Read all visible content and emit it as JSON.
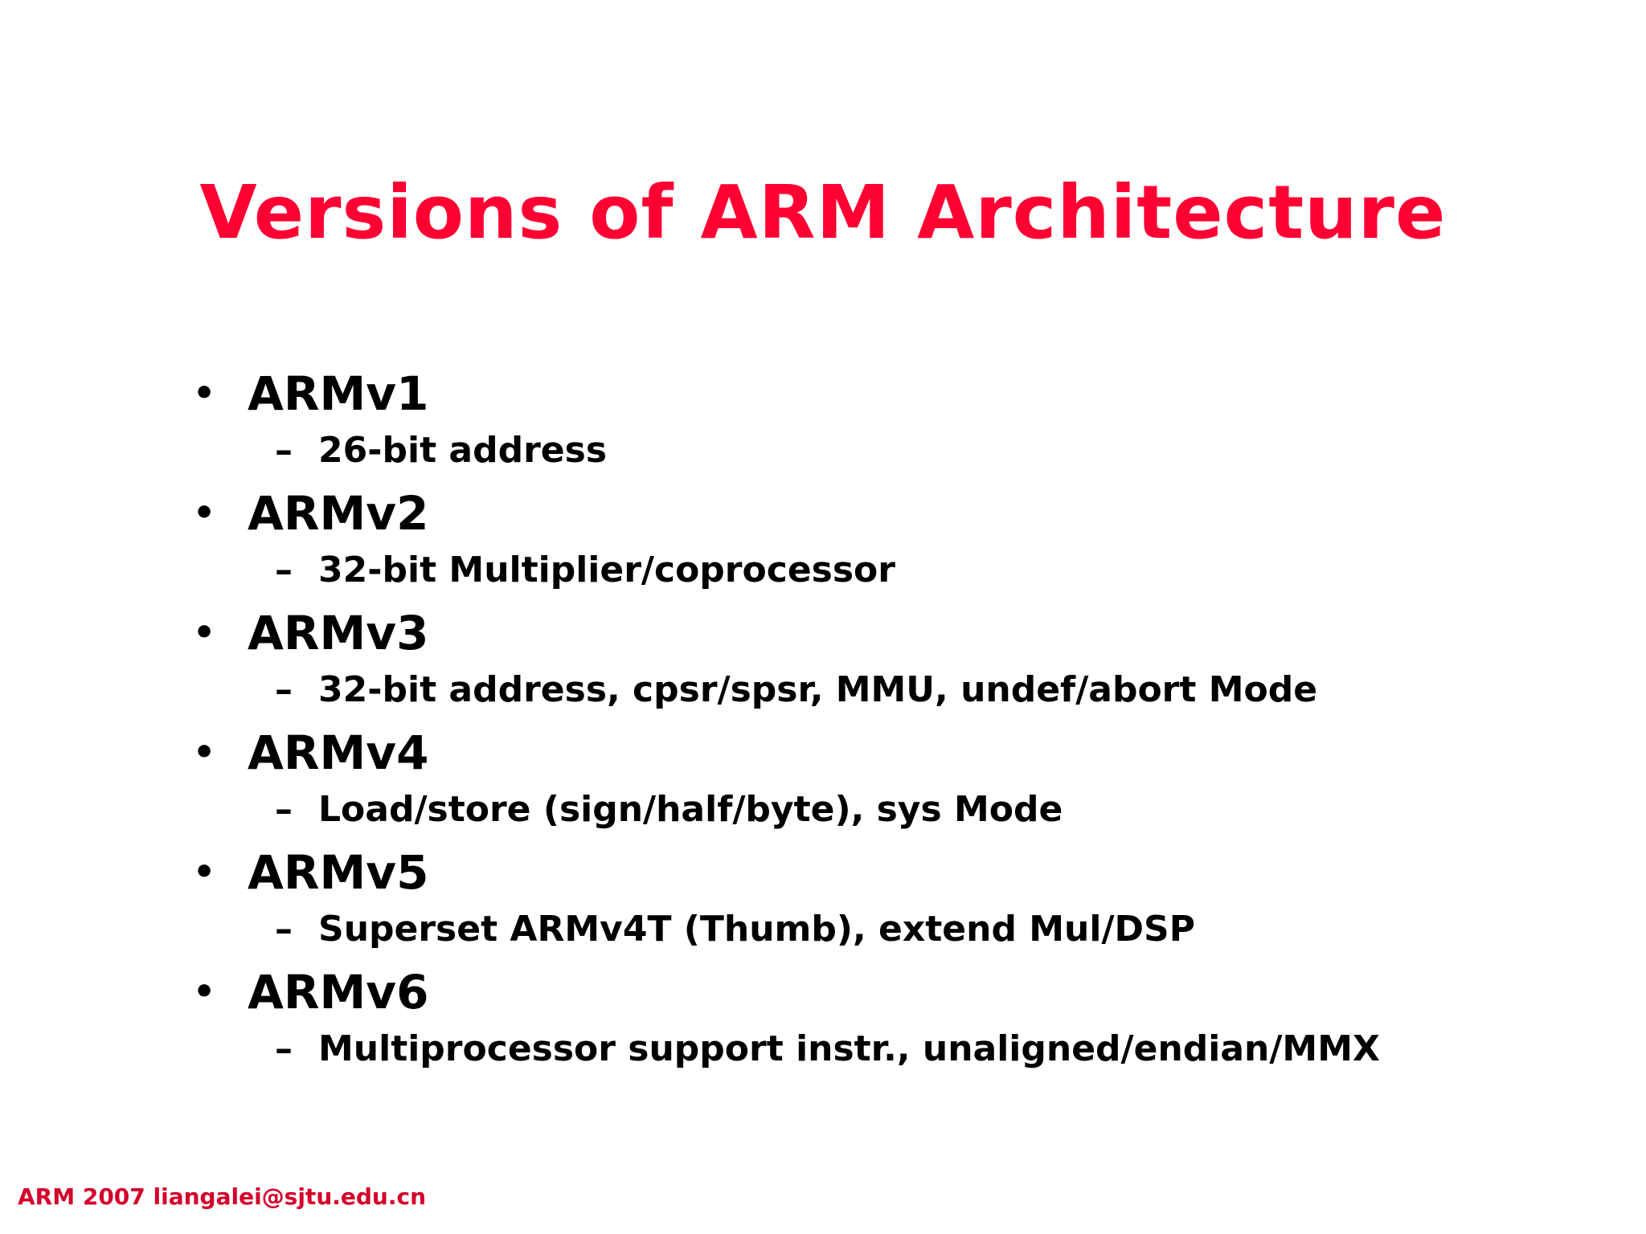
{
  "colors": {
    "title": "#ff0033",
    "body_text": "#000000",
    "footer": "#d4002a",
    "background": "#ffffff"
  },
  "slide": {
    "title": "Versions of ARM Architecture",
    "bullet_marker": "•",
    "sub_marker": "–",
    "items": [
      {
        "label": "ARMv1",
        "detail": "26-bit address"
      },
      {
        "label": "ARMv2",
        "detail": "32-bit Multiplier/coprocessor"
      },
      {
        "label": "ARMv3",
        "detail": "32-bit address, cpsr/spsr, MMU, undef/abort Mode"
      },
      {
        "label": "ARMv4",
        "detail": "Load/store (sign/half/byte), sys Mode"
      },
      {
        "label": "ARMv5",
        "detail": "Superset ARMv4T (Thumb), extend Mul/DSP"
      },
      {
        "label": "ARMv6",
        "detail": "Multiprocessor support instr., unaligned/endian/MMX"
      }
    ],
    "footer": "ARM 2007 liangalei@sjtu.edu.cn"
  }
}
